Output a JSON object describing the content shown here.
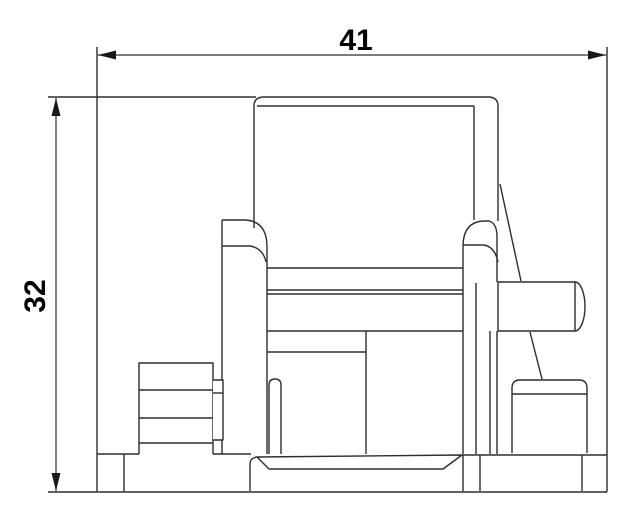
{
  "page": {
    "background_color": "#ffffff"
  },
  "drawing": {
    "line_color": "#2e2e2e",
    "text_color": "#000000",
    "view": "side-view-outline",
    "dimensions": {
      "width": {
        "label": "41"
      },
      "height": {
        "label": "32"
      }
    }
  }
}
